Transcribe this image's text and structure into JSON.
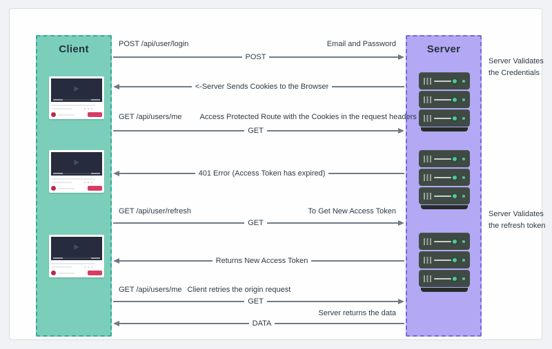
{
  "theme": {
    "page-bg": "#f1f2f5",
    "card-bg": "#fefefe",
    "card-border": "#d8dcdf",
    "client-fill": "#7bcfba",
    "client-border": "#38a893",
    "server-fill": "#b2a8f3",
    "server-border": "#7767da",
    "ink": "#2c3a47",
    "arrow": "#6e7a86",
    "accent-red": "#d63d66",
    "rack-teal": "#54c795"
  },
  "client": {
    "title": "Client"
  },
  "server": {
    "title": "Server"
  },
  "annotations": [
    {
      "line1": "Server Validates",
      "line2": "the Credentials"
    },
    {
      "line1": "Server Validates",
      "line2": "the refresh token"
    }
  ],
  "messages": [
    {
      "direction": "right",
      "label_left": "POST /api/user/login",
      "label_right": "Email and Password",
      "mid": "POST"
    },
    {
      "direction": "left",
      "mid": "<-Server Sends Cookies to the Browser"
    },
    {
      "direction": "right",
      "label_left": "GET /api/users/me",
      "label_left2": "Access Protected Route with the Cookies in the request headers",
      "mid": "GET"
    },
    {
      "direction": "left",
      "mid": "401 Error (Access Token has expired)"
    },
    {
      "direction": "right",
      "label_left": "GET /api/user/refresh",
      "label_right": "To Get New Access Token",
      "mid": "GET"
    },
    {
      "direction": "left",
      "mid": "Returns New Access Token"
    },
    {
      "direction": "right",
      "label_left": "GET /api/users/me",
      "label_left2": "Client retries the origin request",
      "mid": "GET"
    },
    {
      "direction": "left",
      "label_right": "Server returns the data",
      "mid": "DATA"
    }
  ]
}
